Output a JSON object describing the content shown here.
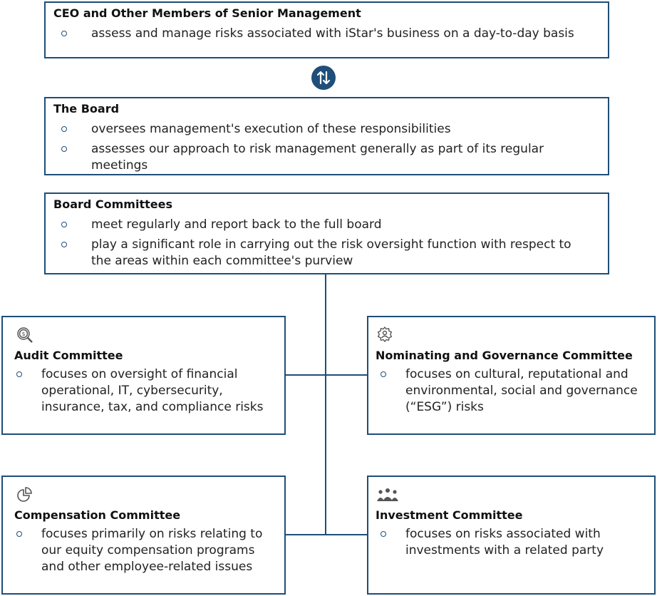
{
  "top_box": {
    "title": "CEO and Other Members of Senior Management",
    "bullets": [
      "assess and manage risks associated with iStar's business on a day-to-day basis"
    ]
  },
  "board_box": {
    "title": "The Board",
    "bullets": [
      "oversees management's execution of these responsibilities",
      "assesses our approach to risk management generally as part of its regular meetings"
    ]
  },
  "committees_box": {
    "title": "Board Committees",
    "bullets": [
      "meet regularly and report back to the full board",
      "play a significant role in carrying out the risk oversight function with respect to the areas within each committee's purview"
    ]
  },
  "audit": {
    "icon": "magnifier-dollar-icon",
    "title": "Audit Committee",
    "bullets": [
      "focuses on oversight of financial operational, IT, cybersecurity, insurance, tax, and compliance risks"
    ]
  },
  "nominating": {
    "icon": "gear-person-icon",
    "title": "Nominating and Governance Committee",
    "bullets": [
      "focuses on cultural, reputational and environmental, social and governance (“ESG”) risks"
    ]
  },
  "compensation": {
    "icon": "pie-chart-icon",
    "title": "Compensation Committee",
    "bullets": [
      "focuses primarily on risks relating to our equity compensation programs and other employee-related issues"
    ]
  },
  "investment": {
    "icon": "team-icon",
    "title": "Investment Committee",
    "bullets": [
      "focuses on risks associated with investments with a related party"
    ]
  },
  "colors": {
    "border": "#1f4e79",
    "connector": "#1f4e79"
  }
}
